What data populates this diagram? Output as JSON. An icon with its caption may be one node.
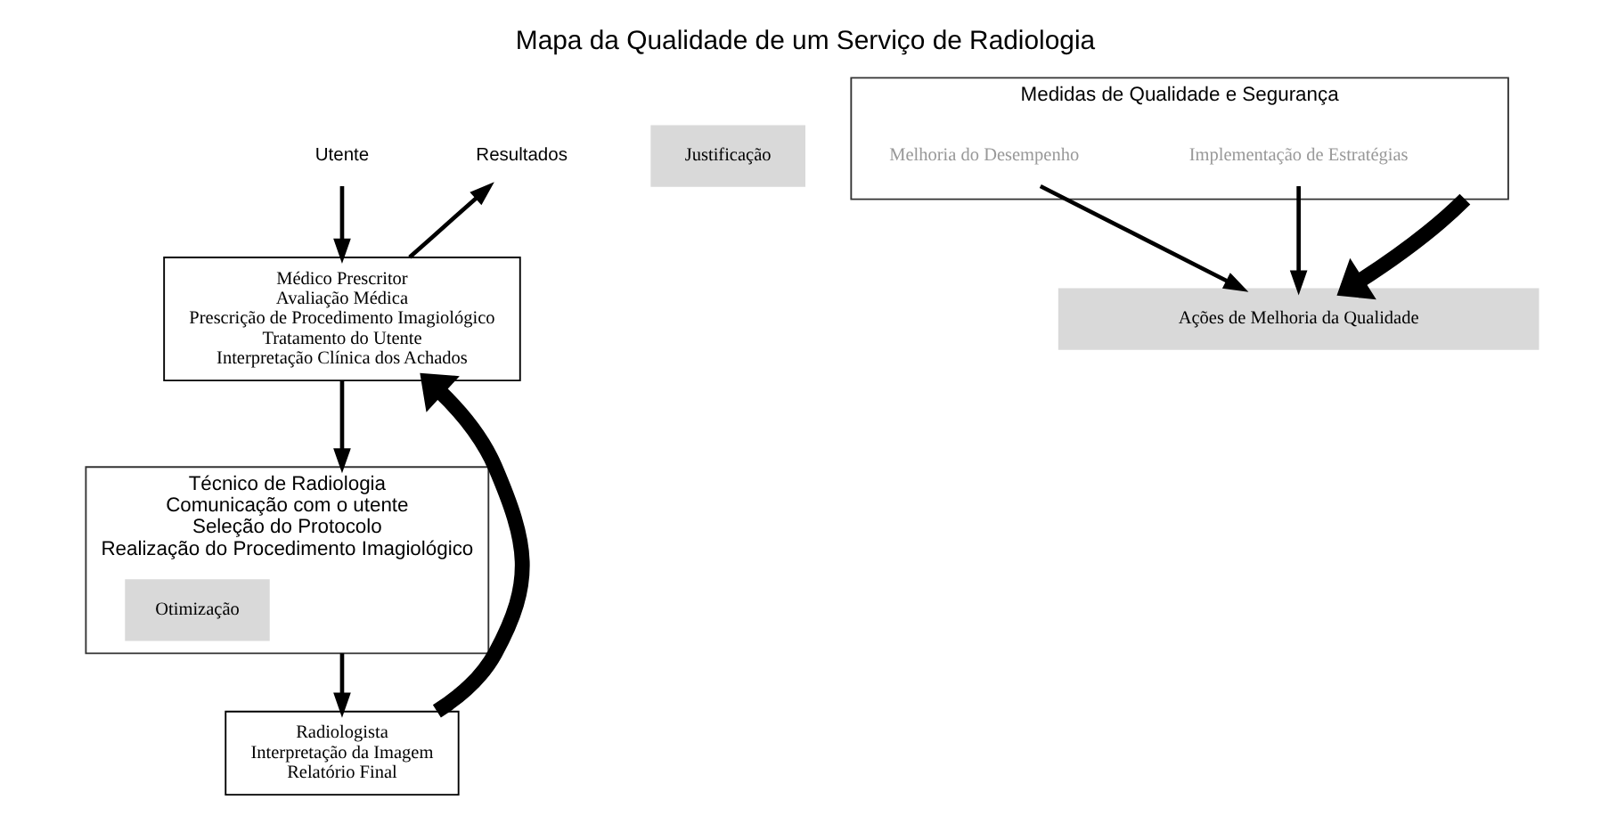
{
  "diagram": {
    "title": "Mapa da Qualidade de um Serviço de Radiologia",
    "nodes": [
      {
        "text": [
          "Utente"
        ]
      },
      {
        "text": [
          "Resultados"
        ]
      },
      {
        "text": [
          "Justificação"
        ]
      },
      {
        "text": [
          "Médico Prescritor",
          "Avaliação Médica",
          "Prescrição de Procedimento Imagiológico",
          "Tratamento do Utente",
          "Interpretação Clínica dos Achados"
        ]
      },
      {
        "text": [
          "Técnico de Radiologia",
          "Comunicação com o utente",
          "Seleção do Protocolo",
          "Realização do Procedimento Imagiológico"
        ]
      },
      {
        "text": [
          "Otimização"
        ],
        "in": 4
      },
      {
        "text": [
          "Radiologista",
          "Interpretação da Imagem",
          "Relatório Final"
        ]
      },
      {
        "text": [
          "Medidas de Qualidade e Segurança"
        ]
      },
      {
        "text": [
          "Implementação de Estratégias"
        ],
        "in": 7
      },
      {
        "text": [
          "Melhoria do Desempenho"
        ],
        "in": 7
      },
      {
        "text": [
          "Ações de Melhoria da Qualidade"
        ]
      }
    ],
    "edges": [
      {
        "from": 0,
        "to": 3,
        "arrow": "to"
      },
      {
        "from": 3,
        "to": 1,
        "arrow": "to"
      },
      {
        "from": 3,
        "to": 4,
        "arrow": "to"
      },
      {
        "from": 4,
        "to": 6,
        "arrow": "to"
      },
      {
        "from": 6,
        "to": 3,
        "arrow": "to",
        "style": "thick"
      },
      {
        "from": 7,
        "to": 10,
        "arrow": "to",
        "style": "thick"
      },
      {
        "from": 8,
        "to": 10,
        "arrow": "to"
      },
      {
        "from": 9,
        "to": 10,
        "arrow": "to"
      }
    ]
  }
}
